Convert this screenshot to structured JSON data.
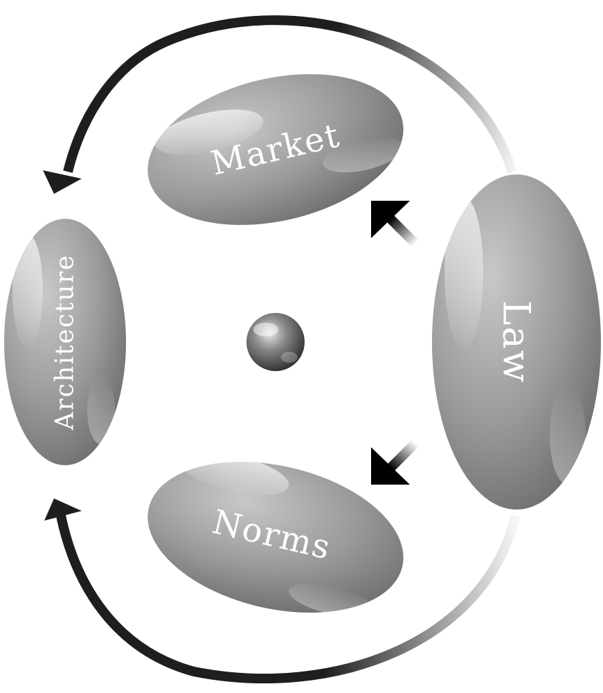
{
  "nodes": {
    "market": {
      "label": "Market"
    },
    "norms": {
      "label": "Norms"
    },
    "architecture": {
      "label": "Architecture"
    },
    "law": {
      "label": "Law"
    }
  },
  "colors": {
    "background": "#ffffff",
    "ellipse_light": "#bdbdbd",
    "ellipse_dark": "#5f5f5f",
    "arrow": "#1e1e1e",
    "label": "#ffffff"
  },
  "center_dot": {
    "icon": "sphere-icon"
  }
}
